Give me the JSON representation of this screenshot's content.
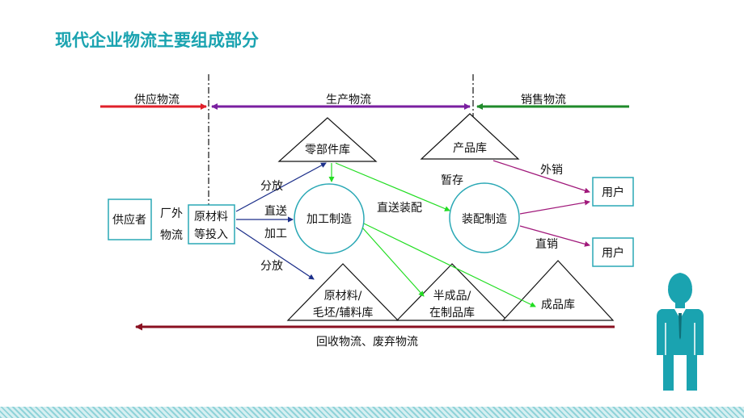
{
  "title": "现代企业物流主要组成部分",
  "colors": {
    "title": "#1aa3b0",
    "supply": "#e0202a",
    "production": "#7a1fa0",
    "sales": "#1f8a2a",
    "recycle": "#8a1020",
    "navy": "#1c2f8a",
    "green": "#22dd22",
    "purple_arrow": "#a0187a",
    "box_border": "#2aa8b5",
    "person": "#1aa3b0"
  },
  "flows": {
    "supply": "供应物流",
    "production": "生产物流",
    "sales": "销售物流",
    "recycle": "回收物流、废弃物流"
  },
  "nodes": {
    "supplier": "供应者",
    "raw_input_1": "原材料",
    "raw_input_2": "等投入",
    "parts_store": "零部件库",
    "product_store": "产品库",
    "processing": "加工制造",
    "assembly": "装配制造",
    "raw_store_1": "原材料/",
    "raw_store_2": "毛坯/辅料库",
    "semi_store_1": "半成品/",
    "semi_store_2": "在制品库",
    "finished_store": "成品库",
    "user_1": "用户",
    "user_2": "用户"
  },
  "labels": {
    "external_1": "厂外",
    "external_2": "物流",
    "dispatch_1": "分放",
    "direct": "直送",
    "process": "加工",
    "dispatch_2": "分放",
    "direct_assembly": "直送装配",
    "temp_store": "暂存",
    "export_sale": "外销",
    "direct_sale": "直销"
  }
}
